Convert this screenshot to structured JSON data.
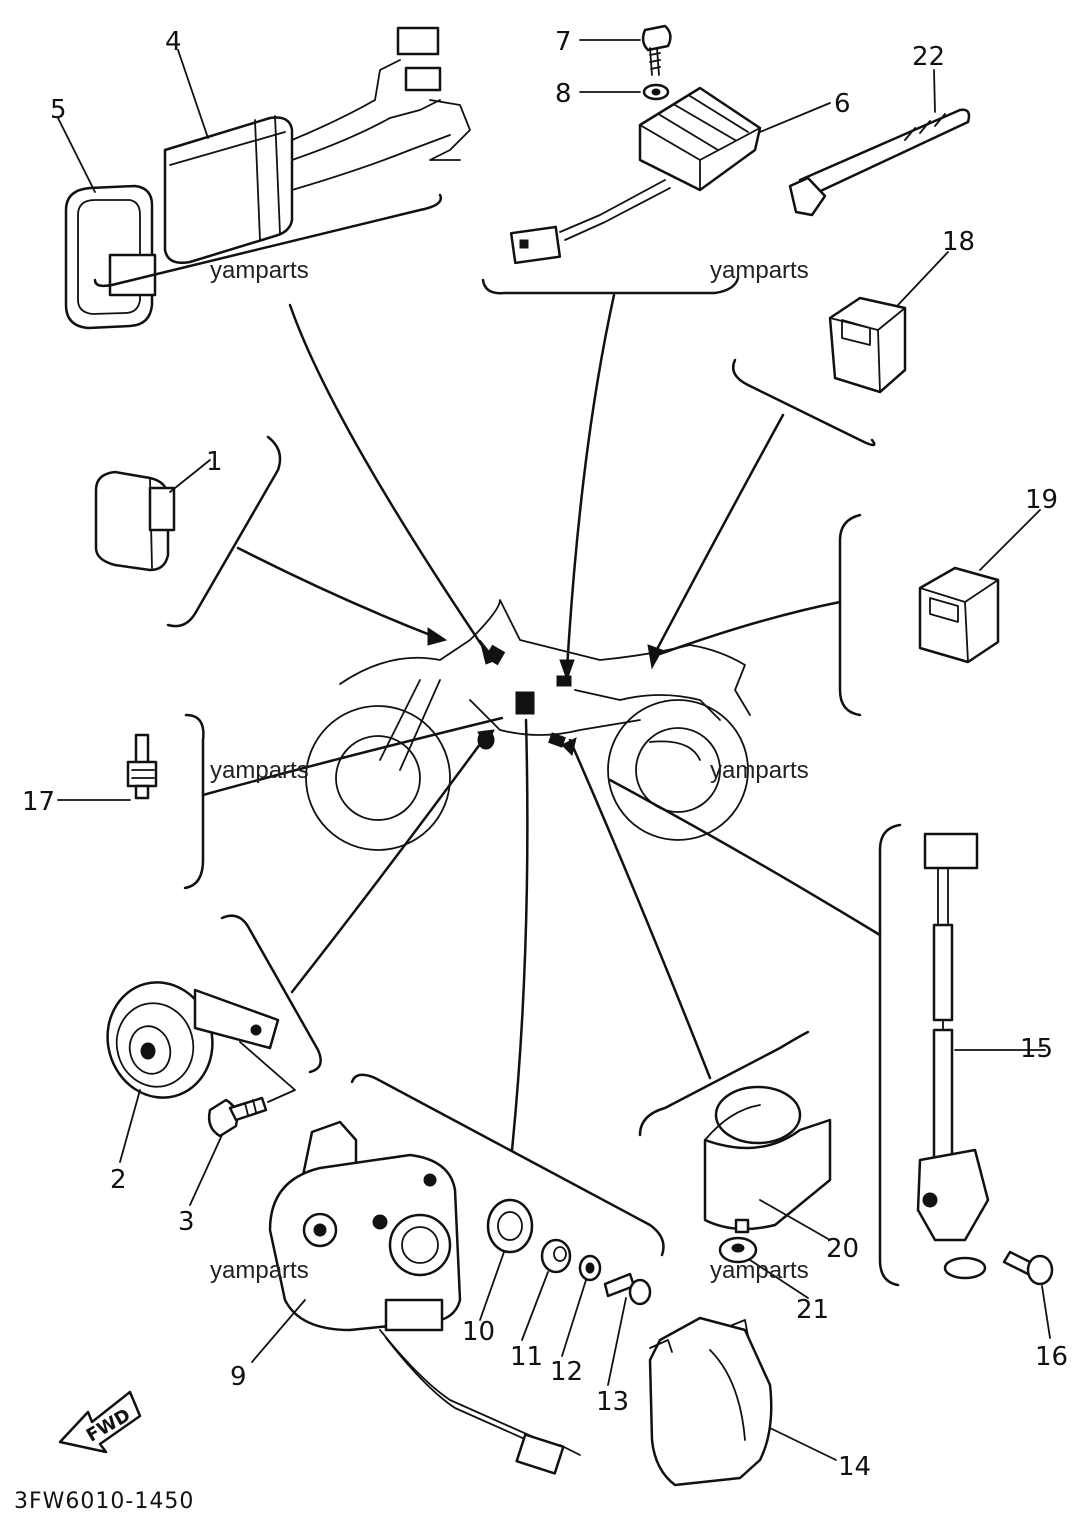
{
  "diagram_code": "3FW6010-1450",
  "watermark": "yamparts",
  "fwd_label": "FWD",
  "callouts": [
    "1",
    "2",
    "3",
    "4",
    "5",
    "6",
    "7",
    "8",
    "9",
    "10",
    "11",
    "12",
    "13",
    "14",
    "15",
    "16",
    "17",
    "18",
    "19",
    "20",
    "21",
    "22"
  ]
}
